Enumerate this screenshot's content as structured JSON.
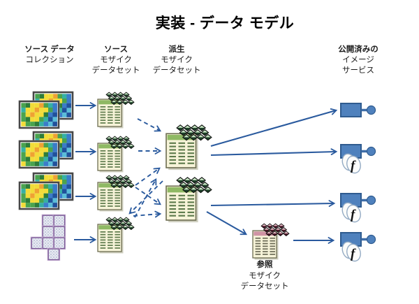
{
  "title": "実装 - データ モデル",
  "headers": [
    {
      "lines": [
        "ソース データ",
        "コレクション"
      ]
    },
    {
      "lines": [
        "ソース",
        "モザイク",
        "データセット"
      ]
    },
    {
      "lines": [
        "派生",
        "モザイク",
        "データセット"
      ]
    },
    {
      "lines": [
        "公開済みの",
        "イメージ",
        "サービス"
      ]
    }
  ],
  "reference_label": {
    "lines": [
      "参照",
      "モザイク",
      "データセット"
    ]
  },
  "icon_names": {
    "raster_collection": "raster-collection-icon",
    "tiled_collection": "tiled-collection-icon",
    "source_mosaic_dataset": "source-mosaic-dataset-icon",
    "derived_mosaic_dataset": "derived-mosaic-dataset-icon",
    "reference_mosaic_dataset": "reference-mosaic-dataset-icon",
    "image_service": "image-service-icon",
    "image_service_with_function": "image-service-function-icon"
  },
  "colors": {
    "arrow": "#2a5a9e",
    "service_fill": "#4f81bd",
    "service_stroke": "#2f5b8f",
    "mosaic_header_green": "#8fb964",
    "mosaic_body": "#f7f4d9",
    "diamond_dark_green": "#1d4028",
    "diamond_light_green": "#c9e6c4",
    "reference_header_pink": "#cf93a4",
    "diamond_dark_maroon": "#4a1526",
    "diamond_light_pink": "#eac3cb",
    "tile_border_purple": "#7b5a96"
  }
}
